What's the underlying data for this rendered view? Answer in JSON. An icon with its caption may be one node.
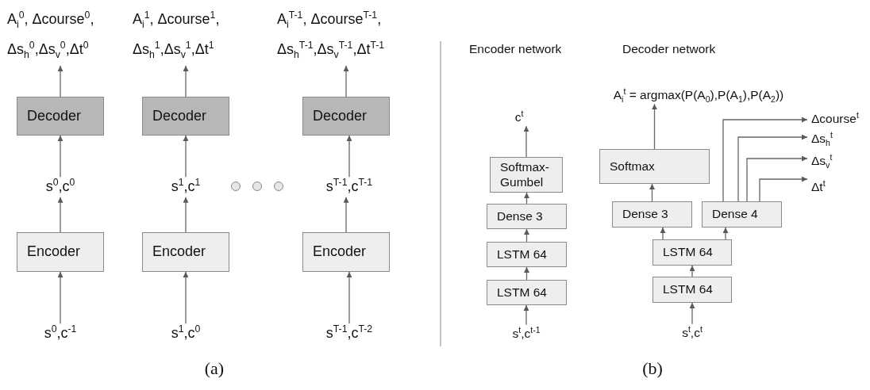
{
  "diagram": {
    "nodes": [
      {
        "text": [
          "A$_{i}$$^{0}$, Δcourse$^{0}$, Δs$_{h}$$^{0}$,Δs$_{v}$$^{0}$,Δt$^{0}$"
        ]
      },
      {
        "text": [
          "Decoder"
        ]
      },
      {
        "text": [
          "s$^{0}$,c$^{0}$"
        ]
      },
      {
        "text": [
          "Encoder"
        ]
      },
      {
        "text": [
          "s$^{0}$,c$^{-1}$"
        ]
      },
      {
        "text": [
          "A$_{i}$$^{1}$, Δcourse$^{1}$, Δs$_{h}$$^{1}$,Δs$_{v}$$^{1}$,Δt$^{1}$"
        ]
      },
      {
        "text": [
          "Decoder"
        ]
      },
      {
        "text": [
          "s$^{1}$,c$^{1}$"
        ]
      },
      {
        "text": [
          "Encoder"
        ]
      },
      {
        "text": [
          "s$^{1}$,c$^{0}$"
        ]
      },
      {
        "text": [
          "A$_{i}$$^{T-1}$, Δcourse$^{T-1}$, Δs$_{h}$$^{T-1}$,Δs$_{v}$$^{T-1}$,Δt$^{T-1}$"
        ]
      },
      {
        "text": [
          "Decoder"
        ]
      },
      {
        "text": [
          "s$^{T-1}$,c$^{T-1}$"
        ]
      },
      {
        "text": [
          "Encoder"
        ]
      },
      {
        "text": [
          "s$^{T-1}$,c$^{T-2}$"
        ]
      },
      {
        "text": [
          "c$^{t}$"
        ]
      },
      {
        "text": [
          "Softmax-Gumbel"
        ]
      },
      {
        "text": [
          "Dense 3"
        ]
      },
      {
        "text": [
          "LSTM 64"
        ]
      },
      {
        "text": [
          "LSTM 64"
        ]
      },
      {
        "text": [
          "s$^{t}$,c$^{t-1}$"
        ]
      },
      {
        "text": [
          "A$_{i}$$^{t}$ = argmax(P(A$_{0}$),P(A$_{1}$),P(A$_{2}$))"
        ]
      },
      {
        "text": [
          "Softmax"
        ]
      },
      {
        "text": [
          "Dense 3"
        ]
      },
      {
        "text": [
          "Dense 4"
        ]
      },
      {
        "text": [
          "LSTM 64"
        ]
      },
      {
        "text": [
          "LSTM 64"
        ]
      },
      {
        "text": [
          "s$^{t}$,c$^{t}$"
        ]
      },
      {
        "text": [
          "Δcourse$^{t}$"
        ]
      },
      {
        "text": [
          "Δs$_{h}$$^{t}$"
        ]
      },
      {
        "text": [
          "Δs$_{v}$$^{t}$"
        ]
      },
      {
        "text": [
          "Δt$^{t}$"
        ]
      }
    ],
    "edges": [
      {
        "from": 4,
        "to": 3,
        "arrow": "to"
      },
      {
        "from": 3,
        "to": 2,
        "arrow": "to"
      },
      {
        "from": 2,
        "to": 1,
        "arrow": "to"
      },
      {
        "from": 1,
        "to": 0,
        "arrow": "to"
      },
      {
        "from": 9,
        "to": 8,
        "arrow": "to"
      },
      {
        "from": 8,
        "to": 7,
        "arrow": "to"
      },
      {
        "from": 7,
        "to": 6,
        "arrow": "to"
      },
      {
        "from": 6,
        "to": 5,
        "arrow": "to"
      },
      {
        "from": 14,
        "to": 13,
        "arrow": "to"
      },
      {
        "from": 13,
        "to": 12,
        "arrow": "to"
      },
      {
        "from": 12,
        "to": 11,
        "arrow": "to"
      },
      {
        "from": 11,
        "to": 10,
        "arrow": "to"
      },
      {
        "from": 20,
        "to": 19,
        "arrow": "to"
      },
      {
        "from": 19,
        "to": 18,
        "arrow": "to"
      },
      {
        "from": 18,
        "to": 17,
        "arrow": "to"
      },
      {
        "from": 17,
        "to": 16,
        "arrow": "to"
      },
      {
        "from": 16,
        "to": 15,
        "arrow": "to"
      },
      {
        "from": 27,
        "to": 26,
        "arrow": "to"
      },
      {
        "from": 26,
        "to": 25,
        "arrow": "to"
      },
      {
        "from": 25,
        "to": 23,
        "arrow": "to"
      },
      {
        "from": 25,
        "to": 24,
        "arrow": "to"
      },
      {
        "from": 23,
        "to": 22,
        "arrow": "to"
      },
      {
        "from": 22,
        "to": 21,
        "arrow": "to"
      },
      {
        "from": 24,
        "to": 28,
        "arrow": "to"
      },
      {
        "from": 24,
        "to": 29,
        "arrow": "to"
      },
      {
        "from": 24,
        "to": 30,
        "arrow": "to"
      },
      {
        "from": 24,
        "to": 31,
        "arrow": "to"
      }
    ],
    "labels": [
      "Encoder network",
      "Decoder network",
      "(a)",
      "(b)"
    ]
  }
}
